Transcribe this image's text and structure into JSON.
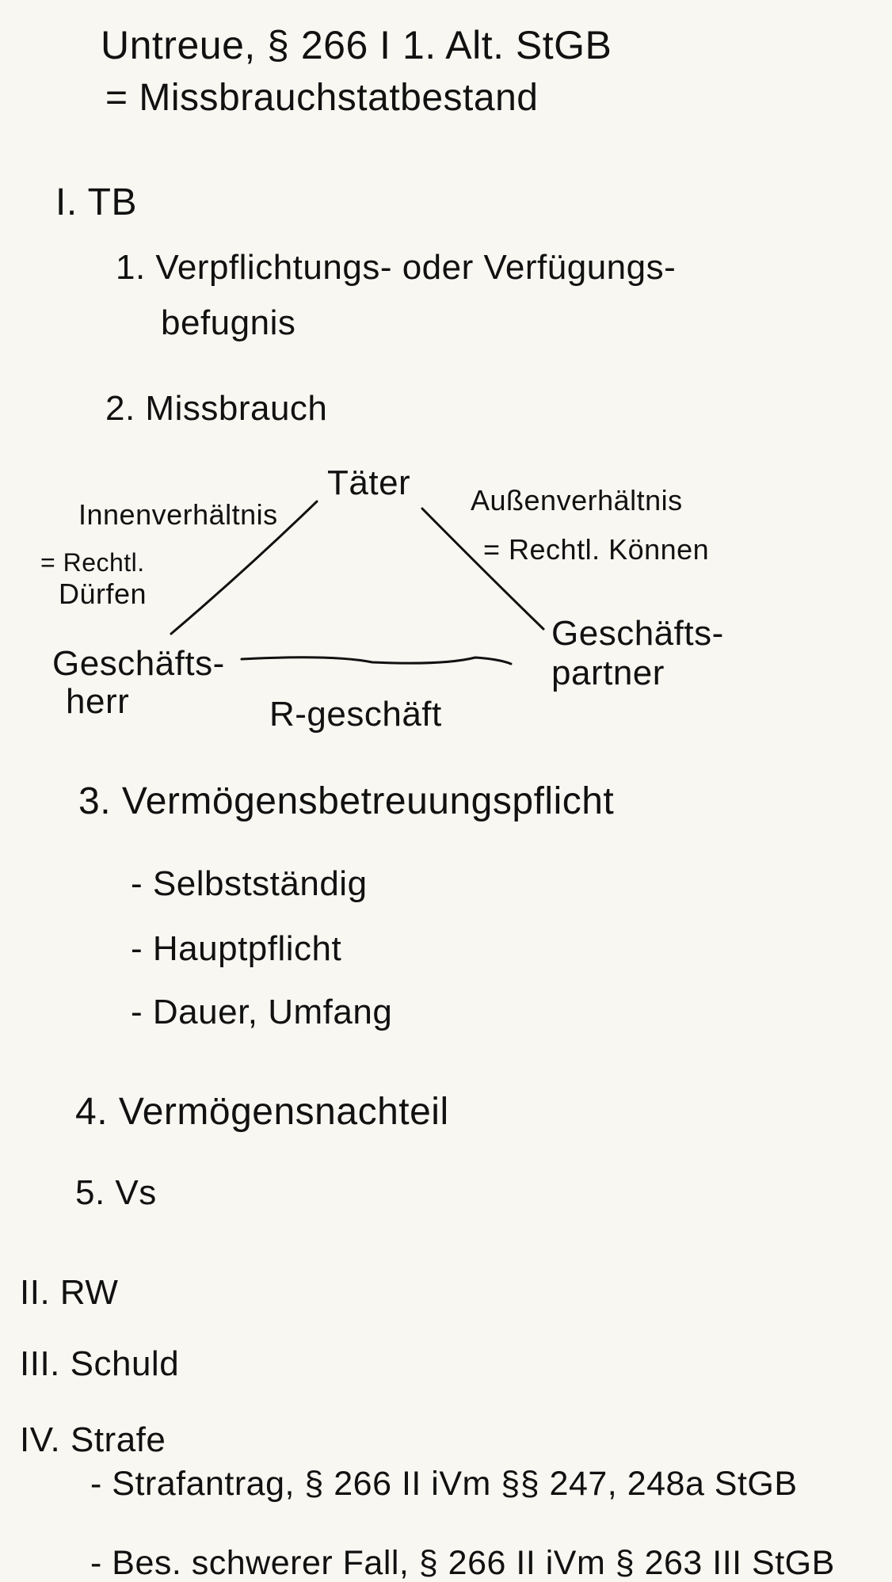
{
  "title": {
    "line1": "Untreue, § 266 I 1. Alt. StGB",
    "line2": "= Missbrauchstatbestand"
  },
  "section_1": {
    "heading": "I. TB",
    "items": [
      {
        "line1": "1. Verpflichtungs- oder Verfügungs-",
        "line2": "befugnis"
      },
      {
        "line1": "2. Missbrauch"
      }
    ],
    "diagram": {
      "top": "Täter",
      "left_edge_label": "Innenverhältnis",
      "left_edge_note_1": "= Rechtl.",
      "left_edge_note_2": "Dürfen",
      "right_edge_label": "Außenverhältnis",
      "right_edge_note": "= Rechtl. Können",
      "bottom_left_1": "Geschäfts-",
      "bottom_left_2": "herr",
      "bottom_right_1": "Geschäfts-",
      "bottom_right_2": "partner",
      "bottom_edge_label": "R-geschäft"
    },
    "item3": {
      "label": "3. Vermögensbetreuungspflicht",
      "bullets": [
        "- Selbstständig",
        "- Hauptpflicht",
        "- Dauer, Umfang"
      ]
    },
    "item4": "4. Vermögensnachteil",
    "item5": "5. Vs"
  },
  "section_2": "II. RW",
  "section_3": "III. Schuld",
  "section_4": {
    "heading": "IV. Strafe",
    "bullets": [
      "- Strafantrag, § 266 II iVm §§ 247, 248a StGB",
      "- Bes. schwerer Fall, § 266 II iVm § 263 III StGB"
    ]
  }
}
